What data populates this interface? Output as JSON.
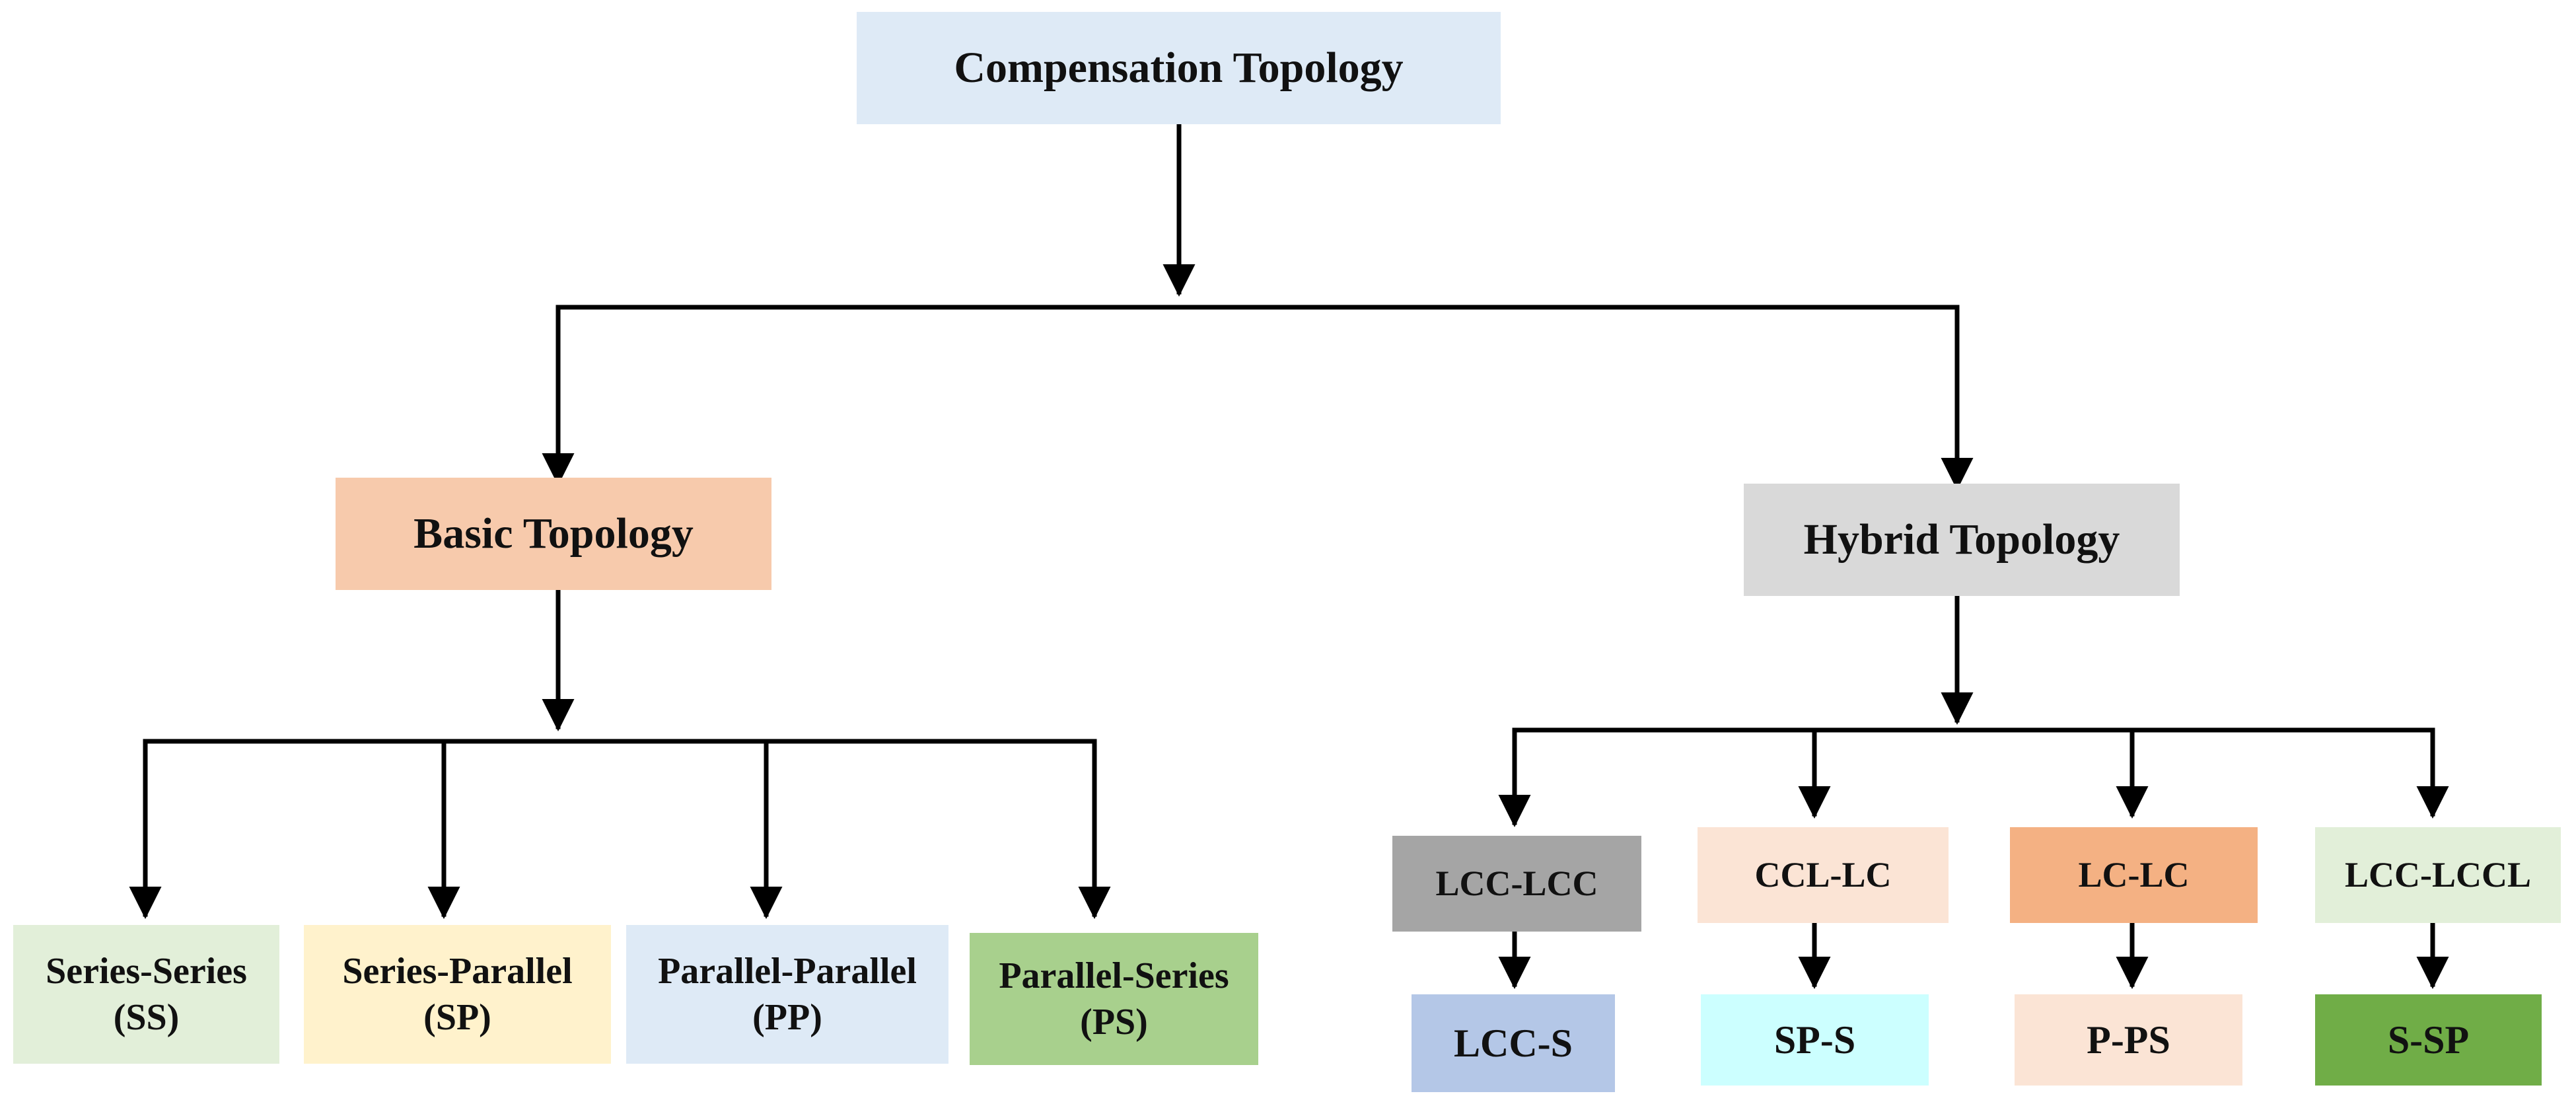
{
  "nodes": {
    "root": {
      "label": "Compensation Topology",
      "color": "#deeaf6"
    },
    "basic": {
      "label": "Basic Topology",
      "color": "#f7caac"
    },
    "hybrid": {
      "label": "Hybrid Topology",
      "color": "#d9d9d9"
    },
    "ss": {
      "line1": "Series-Series",
      "line2": "(SS)",
      "color": "#e2efd9"
    },
    "sp": {
      "line1": "Series-Parallel",
      "line2": "(SP)",
      "color": "#fff2cc"
    },
    "pp": {
      "line1": "Parallel-Parallel",
      "line2": "(PP)",
      "color": "#deeaf6"
    },
    "ps": {
      "line1": "Parallel-Series",
      "line2": "(PS)",
      "color": "#a8d08d"
    },
    "lcc_lcc": {
      "label": "LCC-LCC",
      "color": "#a5a5a5"
    },
    "ccl_lc": {
      "label": "CCL-LC",
      "color": "#fbe4d5"
    },
    "lc_lc": {
      "label": "LC-LC",
      "color": "#f4b183"
    },
    "lcc_lccl": {
      "label": "LCC-LCCL",
      "color": "#e2efd9"
    },
    "lcc_s": {
      "label": "LCC-S",
      "color": "#b4c7e7"
    },
    "sp_s": {
      "label": "SP-S",
      "color": "#ccffff"
    },
    "p_ps": {
      "label": "P-PS",
      "color": "#fbe4d5"
    },
    "s_sp": {
      "label": "S-SP",
      "color": "#70ad47"
    }
  },
  "connector_color": "#000000"
}
